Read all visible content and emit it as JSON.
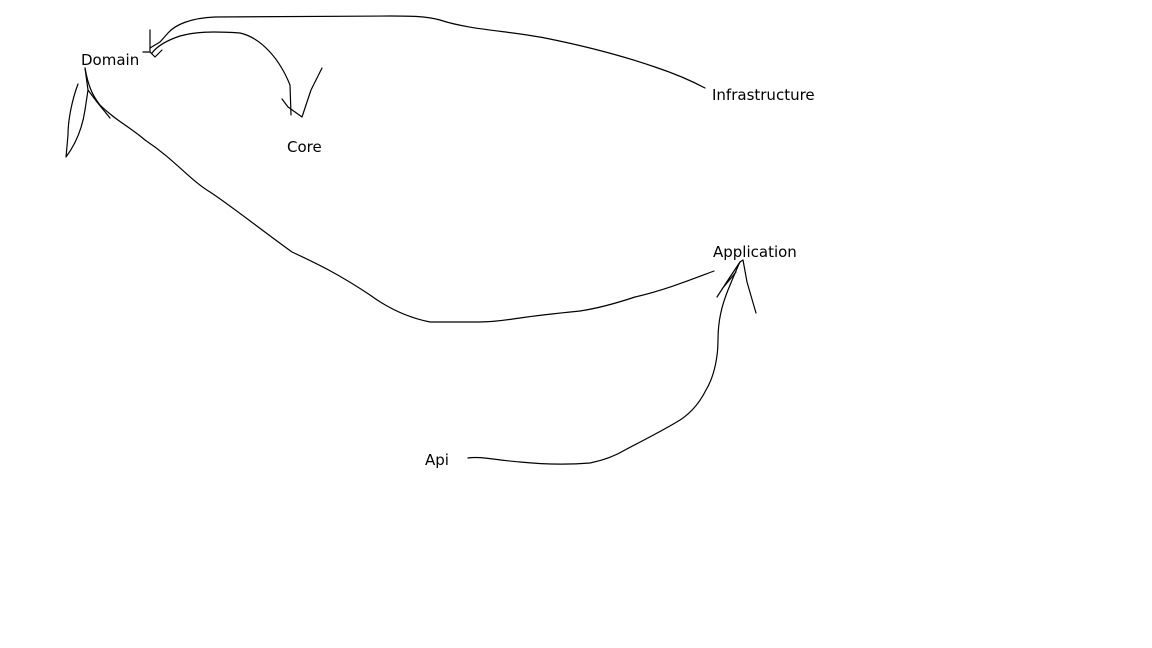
{
  "diagram": {
    "background": "#ffffff",
    "stroke_color": "#000000",
    "nodes": {
      "domain": "Domain",
      "core": "Core",
      "infrastructure": "Infrastructure",
      "application": "Application",
      "api": "Api"
    },
    "edges": [
      {
        "from": "infrastructure",
        "to": "domain",
        "arrow": "hand-drawn"
      },
      {
        "from": "domain",
        "to": "core",
        "arrow": "hand-drawn"
      },
      {
        "from": "application",
        "to": "domain",
        "arrow": "hand-drawn"
      },
      {
        "from": "api",
        "to": "application",
        "arrow": "hand-drawn"
      }
    ]
  }
}
